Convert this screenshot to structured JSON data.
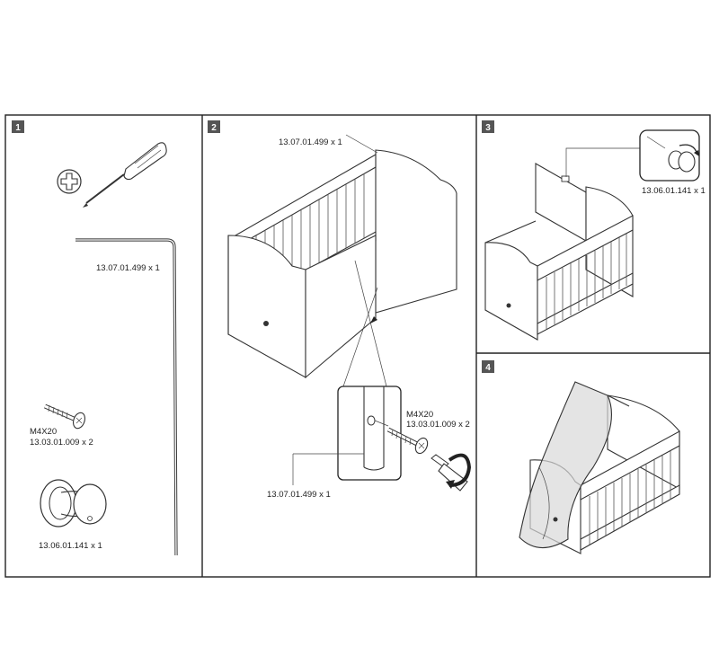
{
  "steps": [
    {
      "number": "1",
      "parts": [
        {
          "code": "13.07.01.499 x 1"
        },
        {
          "size": "M4X20",
          "code": "13.03.01.009 x 2"
        },
        {
          "code": "13.06.01.141 x 1"
        }
      ],
      "tool_icon": "phillips-screwdriver-icon"
    },
    {
      "number": "2",
      "labels": {
        "rod_top": "13.07.01.499 x 1",
        "screw_size": "M4X20",
        "screw_code": "13.03.01.009 x 2",
        "rod_detail": "13.07.01.499 x 1"
      }
    },
    {
      "number": "3",
      "labels": {
        "knob_code": "13.06.01.141 x 1"
      }
    },
    {
      "number": "4"
    }
  ],
  "colors": {
    "step_badge": "#555555",
    "line": "#333333",
    "canopy": "#d9d9d9"
  }
}
